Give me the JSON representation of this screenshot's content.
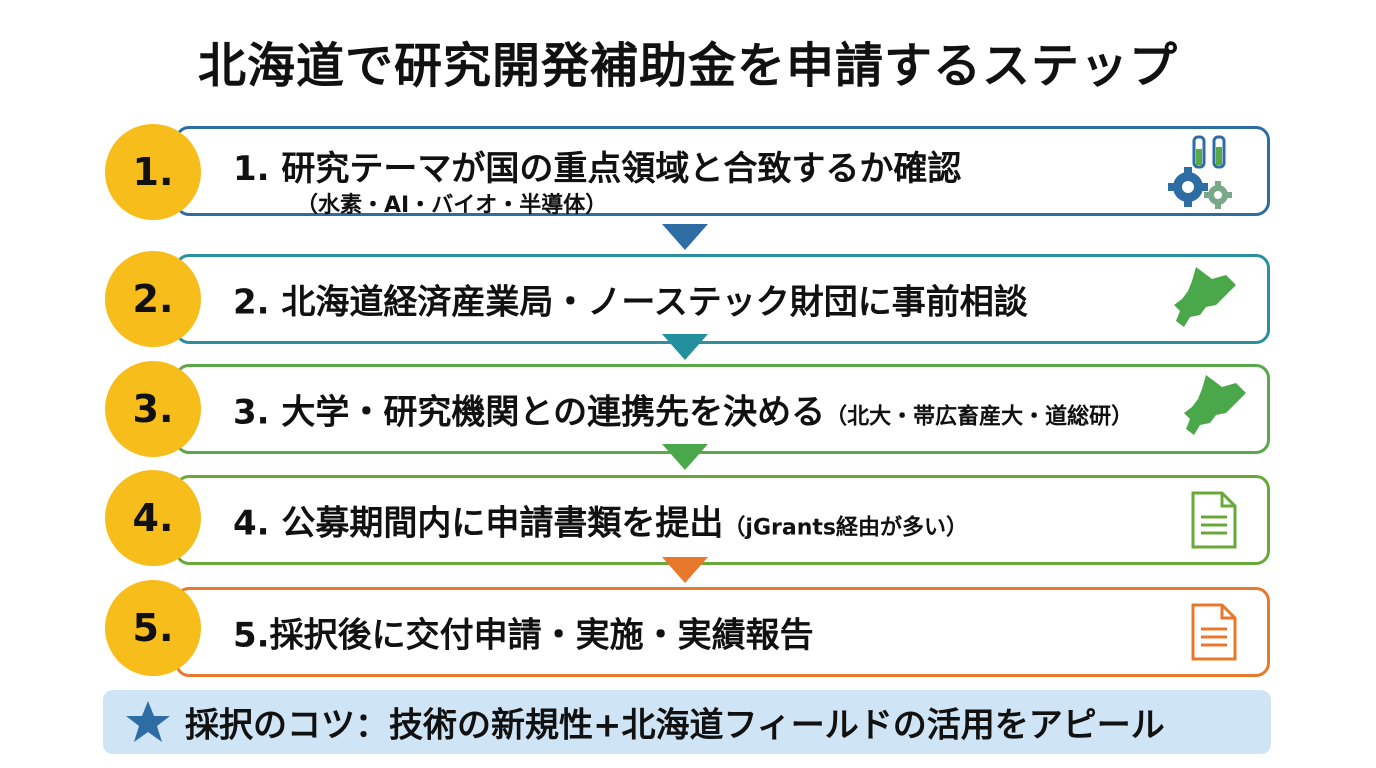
{
  "title": "北海道で研究開発補助金を申請するステップ",
  "steps": [
    {
      "badge": "1.",
      "text": "1. 研究テーマが国の重点領域と合致するか確認",
      "sub": "（水素・AI・バイオ・半導体）",
      "color": "#2e6da4",
      "icon": "lab-gear-icon"
    },
    {
      "badge": "2.",
      "text": "2. 北海道経済産業局・ノーステック財団に事前相談",
      "sub": "",
      "color": "#2b8fa0",
      "icon": "hokkaido-map-icon"
    },
    {
      "badge": "3.",
      "text": "3. 大学・研究機関との連携先を決める",
      "sub": "（北大・帯広畜産大・道総研）",
      "color": "#5aa84a",
      "icon": "hokkaido-map-icon"
    },
    {
      "badge": "4.",
      "text": "4. 公募期間内に申請書類を提出",
      "sub": "（jGrants経由が多い）",
      "color": "#6aa83a",
      "icon": "document-icon"
    },
    {
      "badge": "5.",
      "text": "5.採択後に交付申請・実施・実績報告",
      "sub": "",
      "color": "#e8782c",
      "icon": "document-icon"
    }
  ],
  "arrow_colors": [
    "#2e6da4",
    "#23909e",
    "#4aa84a",
    "#e8782c"
  ],
  "tip": {
    "text": "採択のコツ：技術の新規性+北海道フィールドの活用をアピール",
    "icon": "star-icon",
    "color": "#2e6da4"
  }
}
